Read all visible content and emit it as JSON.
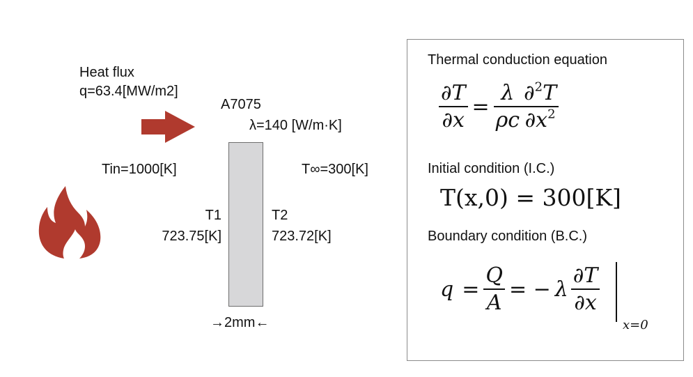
{
  "heat_flux": {
    "title": "Heat flux",
    "value": "q=63.4[MW/m2]"
  },
  "material": {
    "name": "A7075",
    "conductivity": "λ=140 [W/m·K]"
  },
  "temperatures": {
    "t_in": "Tin=1000[K]",
    "t_inf": "T∞=300[K]",
    "t1_label": "T1",
    "t1_value": "723.75[K]",
    "t2_label": "T2",
    "t2_value": "723.72[K]"
  },
  "thickness": "→2mm←",
  "equations": {
    "conduction_title": "Thermal conduction equation",
    "initial_title": "Initial condition (I.C.)",
    "initial_eq": "T(x,0) = 300[K]",
    "boundary_title": "Boundary condition (B.C.)",
    "boundary_subscript": "x=0"
  },
  "icons": {
    "arrow": "right-arrow-icon",
    "flame": "flame-icon"
  },
  "colors": {
    "accent": "#b03a2e",
    "plate": "#d7d7d9",
    "plate_border": "#6e6e6e",
    "box_border": "#8a8a8a"
  }
}
